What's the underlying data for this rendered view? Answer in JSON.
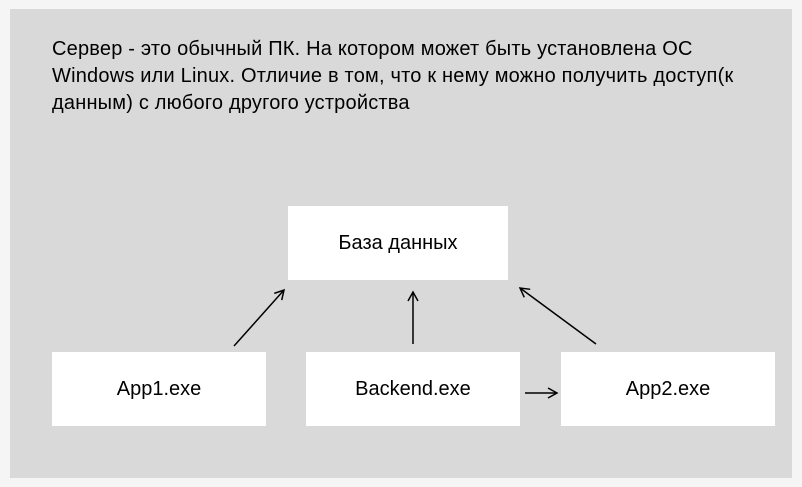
{
  "description": "Сервер - это обычный ПК. На котором может быть установлена ОС Windows или Linux. Отличие в том, что к нему можно получить доступ(к данным) с любого другого устройства",
  "nodes": {
    "database": "База данных",
    "app1": "App1.exe",
    "backend": "Backend.exe",
    "app2": "App2.exe"
  },
  "edges": [
    {
      "from": "app1",
      "to": "database"
    },
    {
      "from": "backend",
      "to": "database"
    },
    {
      "from": "app2",
      "to": "database"
    },
    {
      "from": "backend",
      "to": "app2"
    }
  ]
}
